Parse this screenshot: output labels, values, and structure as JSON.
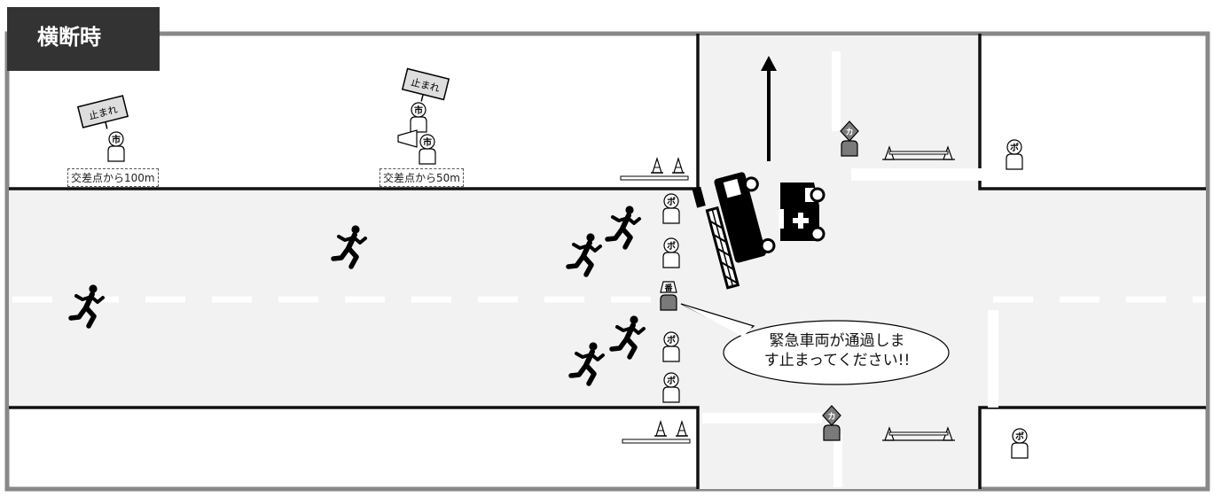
{
  "title": "横断時",
  "signs": {
    "stop_text": "止まれ"
  },
  "labels": {
    "dist_100": "交差点から100m",
    "dist_50": "交差点から50m"
  },
  "badges": {
    "city": "市",
    "volunteer": "ボ",
    "guard": "番",
    "ka": "カ"
  },
  "speech": {
    "line1": "緊急車両が通過しま",
    "line2": "す止まってください!!"
  },
  "colors": {
    "road": "#f2f2f2",
    "curb": "#111111",
    "frame": "#888888",
    "title_bg": "#333333",
    "gray_person": "#7a7a7a"
  }
}
